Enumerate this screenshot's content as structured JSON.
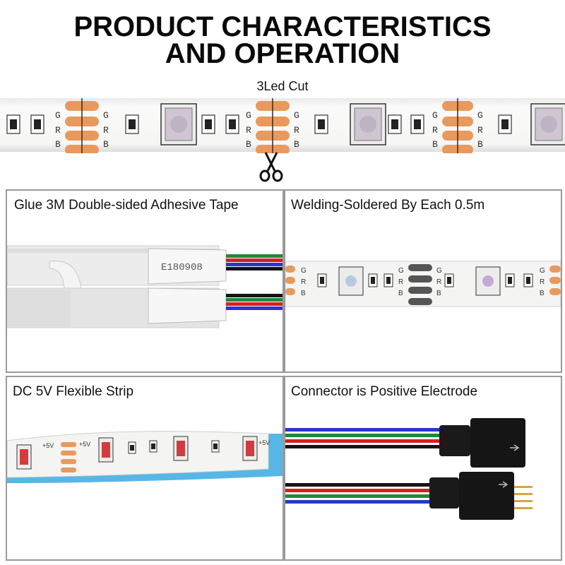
{
  "title": {
    "line1": "PRODUCT CHARACTERISTICS",
    "line2": "AND OPERATION"
  },
  "cut": {
    "label": "3Led Cut",
    "pad_letters": [
      "G",
      "R",
      "B"
    ]
  },
  "panels": [
    {
      "label": "Glue 3M Double-sided Adhesive Tape",
      "tape_text": "E180908"
    },
    {
      "label": "Welding-Soldered By Each 0.5m"
    },
    {
      "label": "DC 5V Flexible Strip",
      "voltage_text": "+5V"
    },
    {
      "label": "Connector is Positive Electrode"
    }
  ],
  "colors": {
    "copper": "#e89a5e",
    "strip": "#f4f4f2",
    "wire_red": "#d62020",
    "wire_green": "#1f8a3a",
    "wire_blue": "#2b36c8",
    "wire_black": "#141414",
    "tape_blue": "#56b7e6"
  }
}
